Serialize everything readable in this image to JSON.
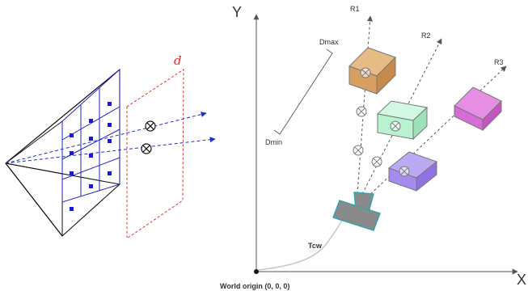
{
  "left_panel": {
    "plane_label": "d",
    "plane_color": "#e0312b",
    "grid_color": "#2323c8",
    "ray_color": "#1f2ed0"
  },
  "right_panel": {
    "axis_x_label": "X",
    "axis_y_label": "Y",
    "origin_label": "World origin (0, 0, 0)",
    "transform_label": "Tcw",
    "dmax_label": "Dmax",
    "dmin_label": "Dmin",
    "rays": [
      {
        "label": "R1"
      },
      {
        "label": "R2"
      },
      {
        "label": "R3"
      }
    ],
    "cubes": [
      {
        "color": "#d7a062"
      },
      {
        "color": "#b9f2cf"
      },
      {
        "color": "#a68cf0"
      },
      {
        "color": "#d86bd6"
      }
    ],
    "camera_color": "#8a8a8a",
    "camera_outline": "#2aa6b3"
  }
}
